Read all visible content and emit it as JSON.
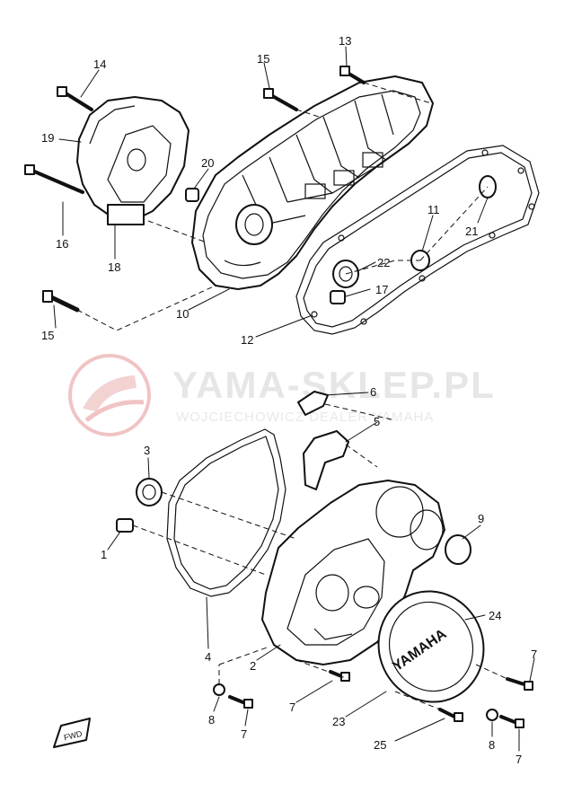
{
  "watermark": {
    "main": "YAMA-SKLEP.PL",
    "sub": "WOJCIECHOWICZ DEALER YAMAHA"
  },
  "cover_emblem": "YAMAHA",
  "fwd_label": "FWD",
  "callouts": [
    {
      "id": "c14",
      "text": "14"
    },
    {
      "id": "c15a",
      "text": "15"
    },
    {
      "id": "c13",
      "text": "13"
    },
    {
      "id": "c19",
      "text": "19"
    },
    {
      "id": "c20",
      "text": "20"
    },
    {
      "id": "c16",
      "text": "16"
    },
    {
      "id": "c18",
      "text": "18"
    },
    {
      "id": "c11",
      "text": "11"
    },
    {
      "id": "c21",
      "text": "21"
    },
    {
      "id": "c22",
      "text": "22"
    },
    {
      "id": "c17",
      "text": "17"
    },
    {
      "id": "c15b",
      "text": "15"
    },
    {
      "id": "c10",
      "text": "10"
    },
    {
      "id": "c12",
      "text": "12"
    },
    {
      "id": "c6",
      "text": "6"
    },
    {
      "id": "c5",
      "text": "5"
    },
    {
      "id": "c3",
      "text": "3"
    },
    {
      "id": "c9",
      "text": "9"
    },
    {
      "id": "c1",
      "text": "1"
    },
    {
      "id": "c24",
      "text": "24"
    },
    {
      "id": "c4",
      "text": "4"
    },
    {
      "id": "c7a",
      "text": "7"
    },
    {
      "id": "c2",
      "text": "2"
    },
    {
      "id": "c7b",
      "text": "7"
    },
    {
      "id": "c8a",
      "text": "8"
    },
    {
      "id": "c7c",
      "text": "7"
    },
    {
      "id": "c23",
      "text": "23"
    },
    {
      "id": "c25",
      "text": "25"
    },
    {
      "id": "c8b",
      "text": "8"
    },
    {
      "id": "c7d",
      "text": "7"
    }
  ]
}
